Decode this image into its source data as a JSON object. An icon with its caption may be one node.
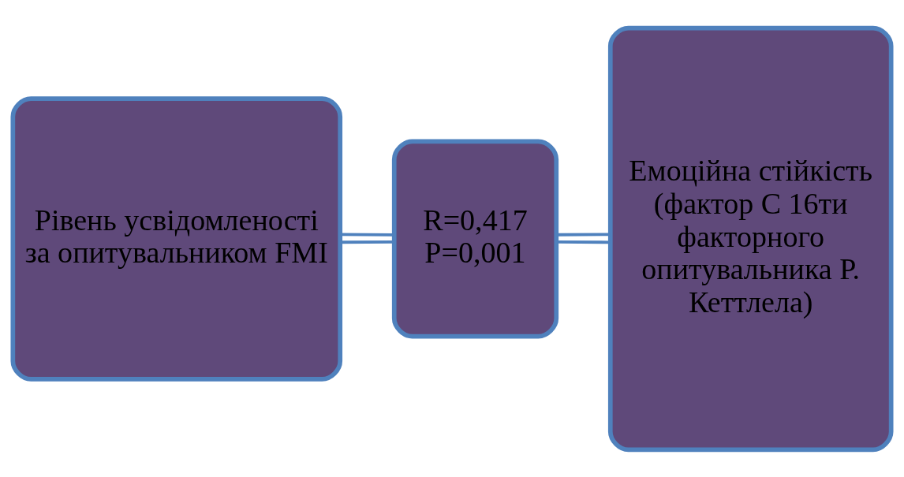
{
  "diagram": {
    "nodes": [
      {
        "text": [
          "Рівень усвідомленості за опитувальником FMI"
        ]
      },
      {
        "text": [
          "R=0,417",
          "P=0,001"
        ]
      },
      {
        "text": [
          "Емоційна стійкість (фактор С 16ти факторного опитувальника Р. Кеттлела)"
        ]
      }
    ],
    "edges": [
      {
        "from": 0,
        "to": 1,
        "arrow": "none"
      },
      {
        "from": 0,
        "to": 1,
        "arrow": "none"
      },
      {
        "from": 1,
        "to": 2,
        "arrow": "none"
      },
      {
        "from": 1,
        "to": 2,
        "arrow": "none"
      }
    ]
  }
}
